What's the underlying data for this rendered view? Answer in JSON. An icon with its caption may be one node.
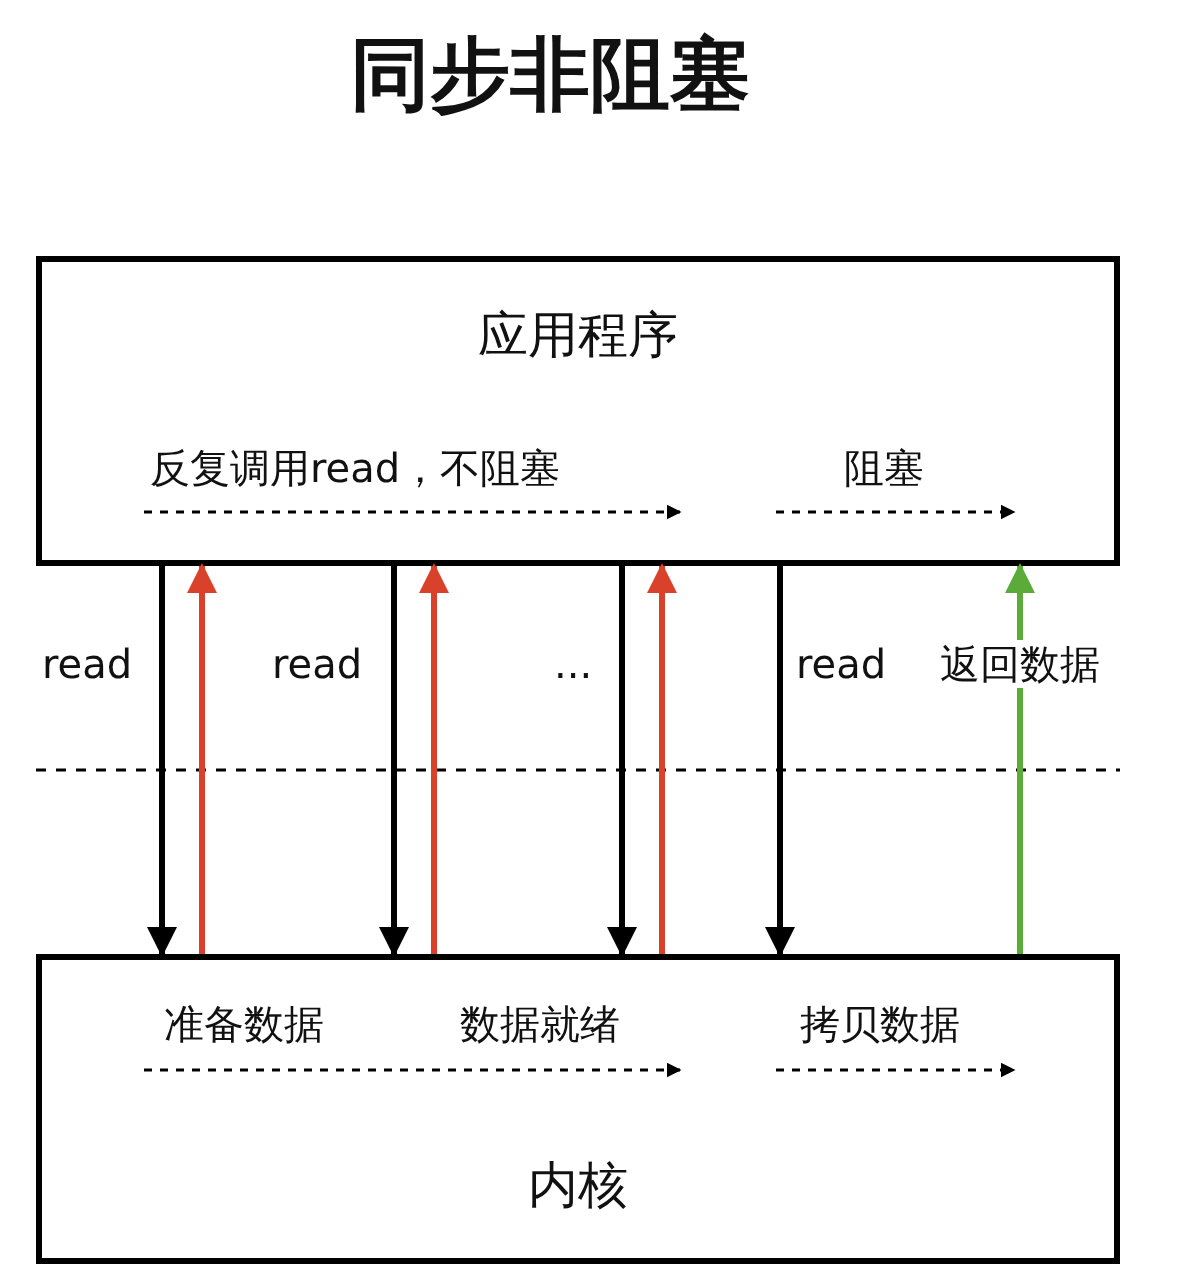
{
  "diagram": {
    "title": "同步非阻塞",
    "nodes": [
      {
        "text": [
          "应用程序"
        ]
      },
      {
        "text": [
          "内核"
        ]
      }
    ],
    "edges": [
      {
        "from": 0,
        "to": 1,
        "arrow": "to",
        "label": "read"
      },
      {
        "from": 1,
        "to": 0,
        "arrow": "to",
        "color": "#d9412b"
      },
      {
        "from": 0,
        "to": 1,
        "arrow": "to",
        "label": "read"
      },
      {
        "from": 1,
        "to": 0,
        "arrow": "to",
        "color": "#d9412b"
      },
      {
        "from": 0,
        "to": 1,
        "arrow": "to",
        "label": "..."
      },
      {
        "from": 1,
        "to": 0,
        "arrow": "to",
        "color": "#d9412b"
      },
      {
        "from": 0,
        "to": 1,
        "arrow": "to",
        "label": "read"
      },
      {
        "from": 1,
        "to": 0,
        "arrow": "to",
        "label": "返回数据",
        "color": "#5aab3a"
      }
    ],
    "labels": [
      "反复调用read，不阻塞",
      "阻塞",
      "准备数据",
      "数据就绪",
      "拷贝数据"
    ]
  }
}
